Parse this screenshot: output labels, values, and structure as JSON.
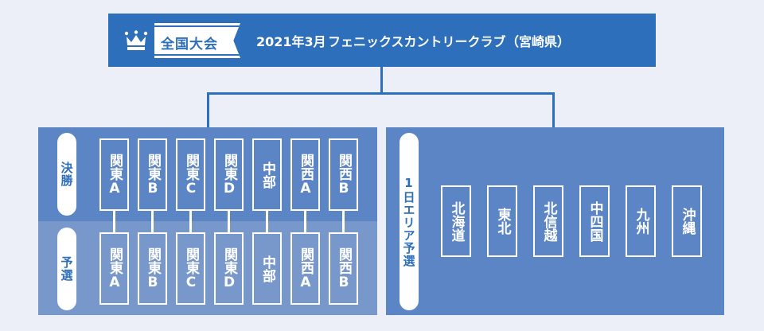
{
  "header": {
    "badge": "全国大会",
    "date": "2021年3月",
    "venue": "フェニックスカントリークラブ",
    "prefecture": "（宮崎県）"
  },
  "left_panel": {
    "final_label": "決勝",
    "prelim_label": "予選",
    "finals": [
      "関東A",
      "関東B",
      "関東C",
      "関東D",
      "中部",
      "関西A",
      "関西B"
    ],
    "prelims": [
      "関東A",
      "関東B",
      "関東C",
      "関東D",
      "中部",
      "関西A",
      "関西B"
    ]
  },
  "right_panel": {
    "label": "1日エリア予選",
    "areas": [
      "北海道",
      "東北",
      "北信越",
      "中四国",
      "九州",
      "沖縄"
    ]
  },
  "colors": {
    "primary": "#2d6fba",
    "panel": "#5b85c5",
    "panel_light": "#7898cc",
    "background": "#eceff7"
  }
}
